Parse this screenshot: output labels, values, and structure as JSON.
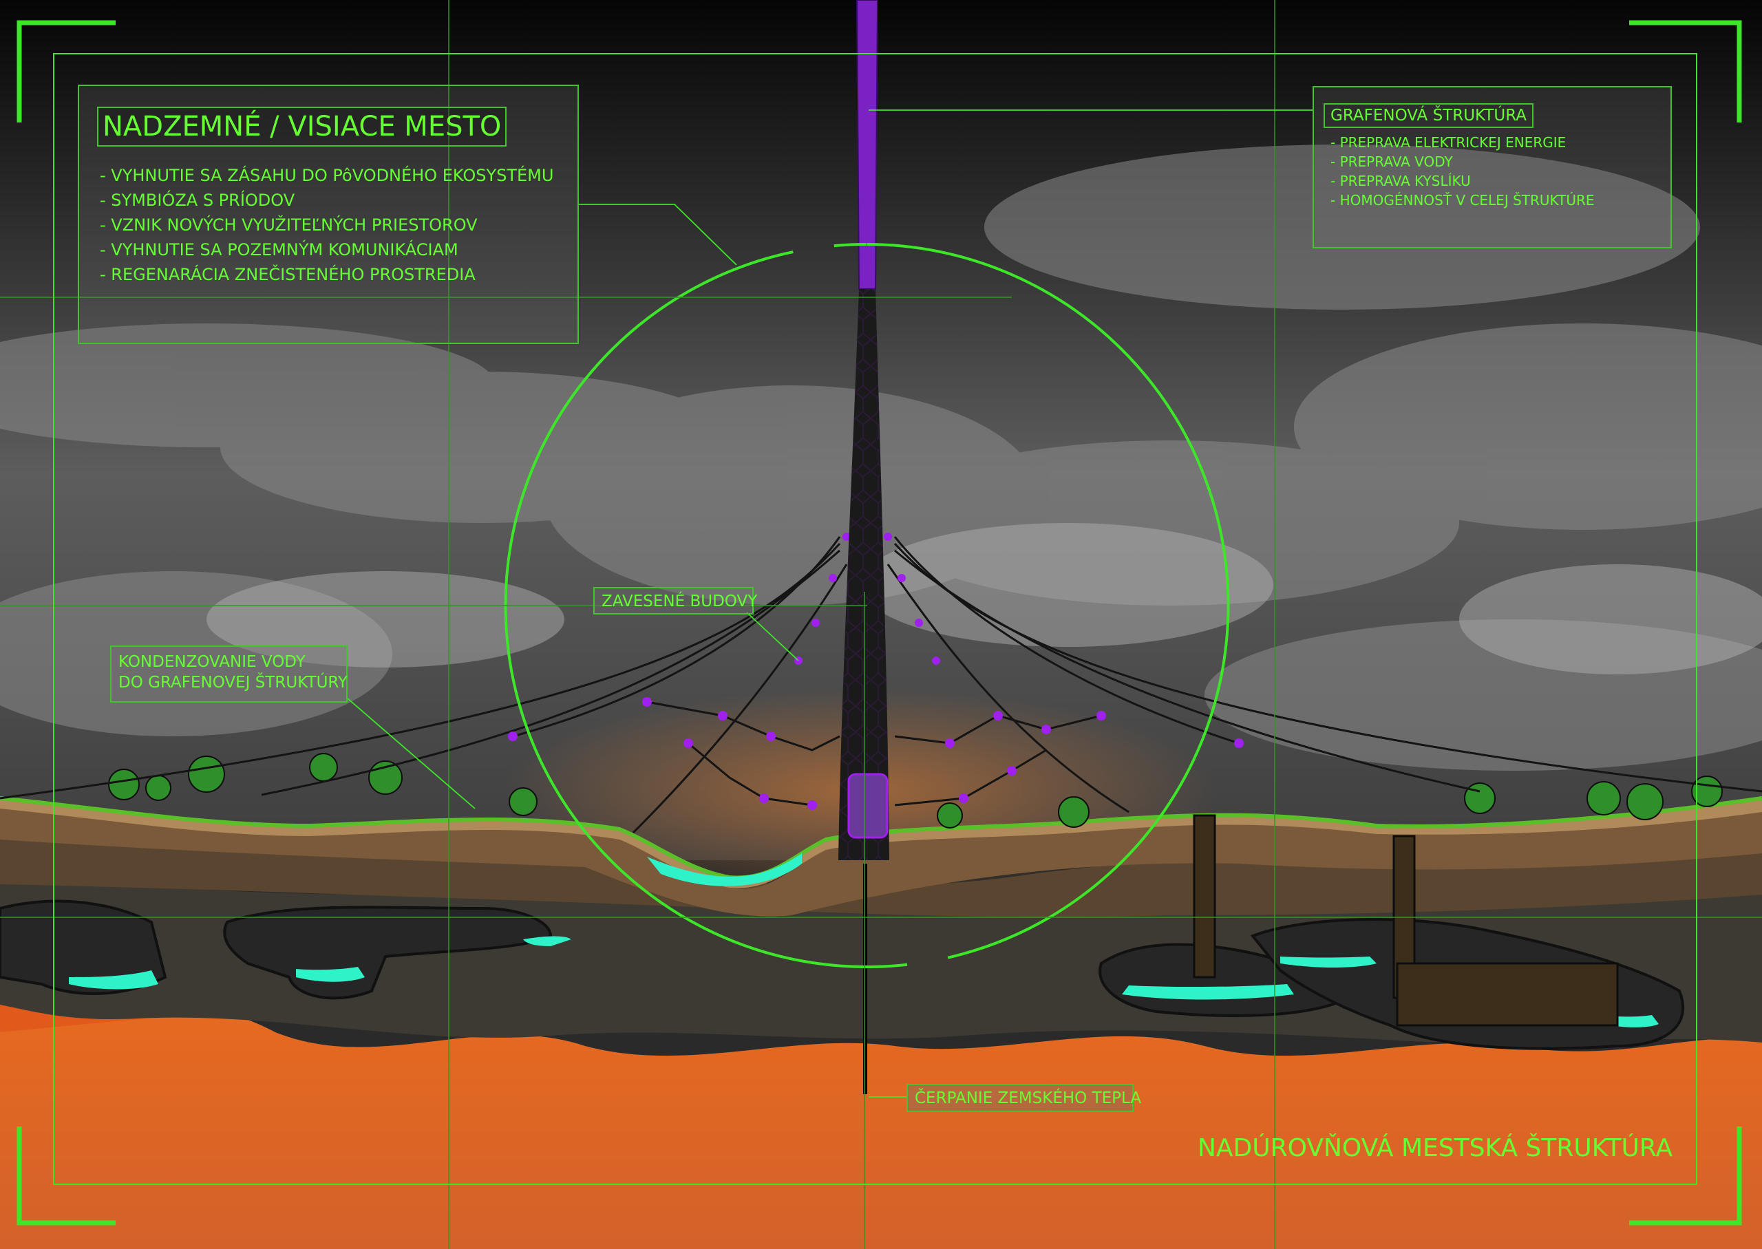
{
  "colors": {
    "accent_green": "#66ff33",
    "frame_green": "#45c22f",
    "lava": "#d9692a",
    "graphene": "#9b2cd8",
    "water": "#2ef2c8"
  },
  "main_panel": {
    "title": "NADZEMNÉ / VISIACE MESTO",
    "items": [
      "- VYHNUTIE SA ZÁSAHU DO PôVODNÉHO EKOSYSTÉMU",
      "- SYMBIÓZA S PRÍODOV",
      "- VZNIK NOVÝCH VYUŽITEĽNÝCH PRIESTOROV",
      "- VYHNUTIE SA POZEMNÝM KOMUNIKÁCIAM",
      "- REGENARÁCIA ZNEČISTENÉHO PROSTREDIA"
    ]
  },
  "graphene_panel": {
    "title": "GRAFENOVÁ ŠTRUKTÚRA",
    "items": [
      "- PREPRAVA ELEKTRICKEJ ENERGIE",
      "- PREPRAVA VODY",
      "- PREPRAVA KYSLÍKU",
      "- HOMOGÉNNOSŤ V CELEJ ŠTRUKTÚRE"
    ]
  },
  "labels": {
    "suspended_buildings": "ZAVESENÉ BUDOVY",
    "condensation_line1": "KONDENZOVANIE VODY",
    "condensation_line2": "DO GRAFENOVEJ ŠTRUKTÚRY",
    "geothermal": "ČERPANIE ZEMSKÉHO TEPLA"
  },
  "footer": {
    "title": "NADÚROVŇOVÁ MESTSKÁ ŠTRUKTÚRA"
  }
}
